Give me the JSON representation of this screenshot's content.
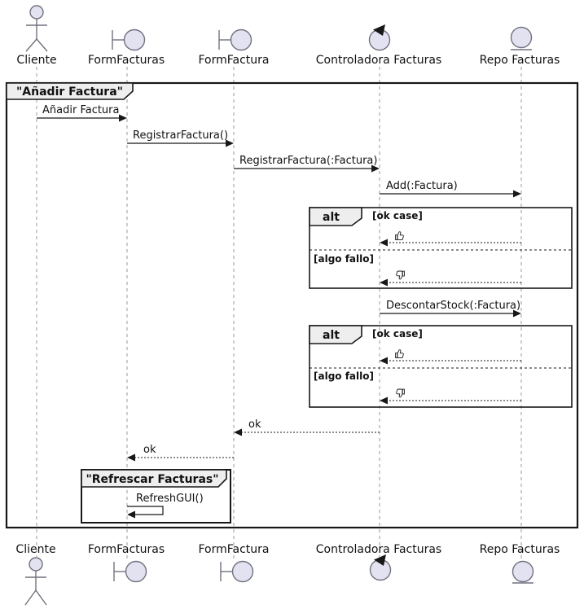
{
  "colors": {
    "bg": "#FFFFFF",
    "line": "#181818",
    "text": "#111111",
    "lifeline": "#9A9A9A",
    "tab_fill": "#EEEEEE",
    "icon_fill": "#E2E2F0",
    "icon_stroke": "#71717F"
  },
  "frame_title": "\"Añadir Factura\"",
  "inner_frame_title": "\"Refrescar Facturas\"",
  "participants": [
    {
      "name": "Cliente",
      "type": "actor"
    },
    {
      "name": "FormFacturas",
      "type": "boundary"
    },
    {
      "name": "FormFactura",
      "type": "boundary"
    },
    {
      "name": "Controladora Facturas",
      "type": "control"
    },
    {
      "name": "Repo Facturas",
      "type": "entity"
    }
  ],
  "messages": {
    "anadir_factura": "Añadir Factura",
    "registrar_factura": "RegistrarFactura()",
    "registrar_factura_param": "RegistrarFactura(:Factura)",
    "add_factura": "Add(:Factura)",
    "descontar_stock": "DescontarStock(:Factura)",
    "ok_to_formfactura": "ok",
    "ok_to_formfacturas": "ok",
    "refresh_gui": "RefreshGUI()"
  },
  "alt1": {
    "operator": "alt",
    "guard_ok": "[ok case]",
    "guard_fail": "[algo fallo]"
  },
  "alt2": {
    "operator": "alt",
    "guard_ok": "[ok case]",
    "guard_fail": "[algo fallo]"
  },
  "icons": {
    "ok_response": "thumbs-up-icon",
    "fail_response": "thumbs-down-icon"
  }
}
